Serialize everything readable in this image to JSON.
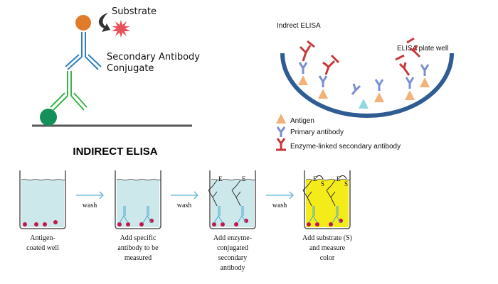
{
  "top_left": {
    "substrate_label": "Substrate",
    "conjugate_label_line1": "Secondary Antibody",
    "conjugate_label_line2": "Conjugate",
    "title": "INDIRECT ELISA"
  },
  "top_right": {
    "title": "Indrect ELISA",
    "well_label": "ELISA plate well",
    "legend": [
      {
        "label": "Antigen",
        "icon": "antigen-triangle-icon",
        "color": "#f2b27a"
      },
      {
        "label": "Primary antibody",
        "icon": "primary-antibody-icon",
        "color": "#7a8fd0"
      },
      {
        "label": "Enzyme-linked secondary antibody",
        "icon": "secondary-antibody-icon",
        "color": "#c8383a"
      }
    ]
  },
  "steps": [
    {
      "caption": [
        "Antigen-",
        "coated well"
      ]
    },
    {
      "caption": [
        "Add specific",
        "antibody to be",
        "measured"
      ]
    },
    {
      "caption": [
        "Add enzyme-",
        "conjugated",
        "secondary",
        "antibody"
      ]
    },
    {
      "caption": [
        "Add substrate (S)",
        "and measure",
        "color"
      ]
    }
  ],
  "arrows": [
    {
      "label": "wash"
    },
    {
      "label": "wash"
    },
    {
      "label": "wash"
    }
  ],
  "well_glyphs": {
    "enzyme": "E",
    "substrate": "S"
  },
  "colors": {
    "liquid": "#cde8ea",
    "liquid_final": "#f4ec1a",
    "antigen_dot": "#c0174a",
    "well_arc": "#2f5d93",
    "primary_green": "#3bb34a",
    "secondary_blue": "#2f7fb8",
    "enzyme_orange": "#e07b2c",
    "substrate_star": "#e8505b"
  }
}
